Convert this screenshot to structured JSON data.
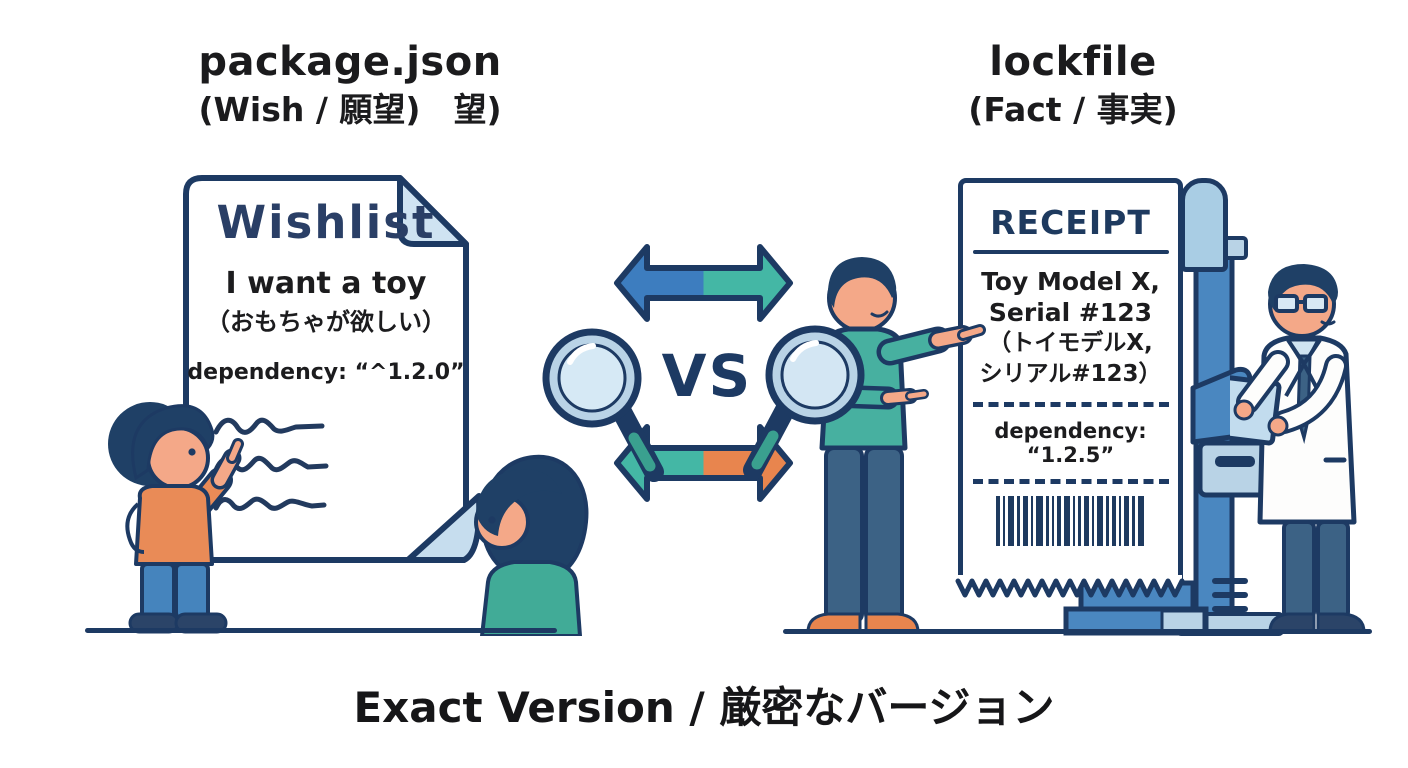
{
  "header": {
    "left_title": "package.json",
    "left_subtitle": "(Wish / 願望)　望)",
    "right_title": "lockfile",
    "right_subtitle": "(Fact / 事実)"
  },
  "wishlist": {
    "title": "Wishlist",
    "line1": "I want a toy",
    "line2": "（おもちゃが欲しい）",
    "dependency": "dependency: “^1.2.0”"
  },
  "receipt": {
    "title": "RECEIPT",
    "item_line1": "Toy Model X,",
    "item_line2": "Serial #123",
    "item_line3": "（トイモデルX,",
    "item_line4": "シリアル#123）",
    "dependency": "dependency: “1.2.5”"
  },
  "center": {
    "vs_label": "VS"
  },
  "footer": {
    "caption": "Exact Version / 厳密なバージョン"
  },
  "colors": {
    "outline_navy": "#1d3a63",
    "text_ink": "#1b1b1d",
    "receipt_navy": "#1e3a5f",
    "teal": "#45b4a2",
    "arrow_blue": "#3d7dbf",
    "orange": "#e8854e",
    "light_blue": "#b9d3e6",
    "lens_blue": "#d9ebf6",
    "machine_blue": "#4a87c0",
    "skin": "#f4a888",
    "pants_blue": "#4584bd",
    "slate_blue": "#3c6285",
    "paper_white": "#ffffff"
  }
}
